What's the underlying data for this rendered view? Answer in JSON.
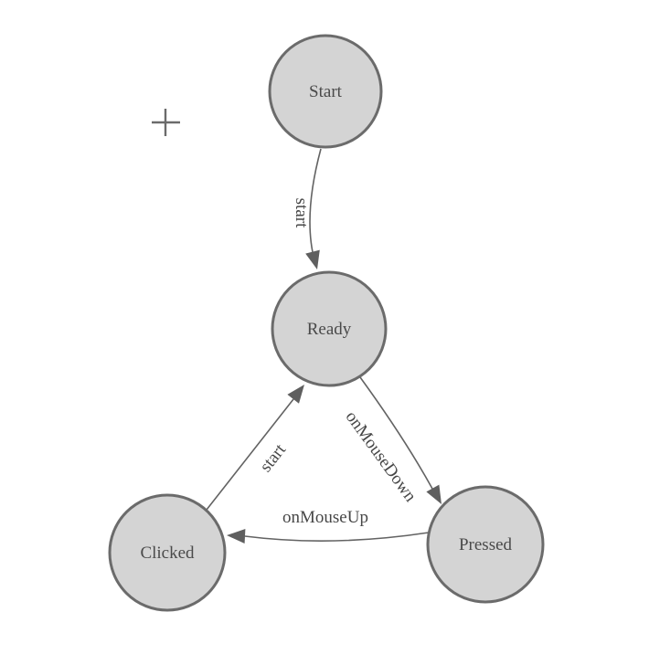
{
  "colors": {
    "background": "#ffffff",
    "node_fill": "#d4d4d4",
    "node_border": "#6b6b6b",
    "edge_line": "#636363",
    "arrowhead": "#5f5f5f",
    "node_label_text": "#4a4a4a",
    "edge_label_text": "#474747"
  },
  "diagram": {
    "type": "state-machine",
    "nodes": [
      {
        "id": "start",
        "label": "Start"
      },
      {
        "id": "ready",
        "label": "Ready"
      },
      {
        "id": "clicked",
        "label": "Clicked"
      },
      {
        "id": "pressed",
        "label": "Pressed"
      }
    ],
    "edges": [
      {
        "from": "Start",
        "to": "Ready",
        "label": "start"
      },
      {
        "from": "Clicked",
        "to": "Ready",
        "label": "start"
      },
      {
        "from": "Ready",
        "to": "Pressed",
        "label": "onMouseDown"
      },
      {
        "from": "Pressed",
        "to": "Clicked",
        "label": "onMouseUp"
      }
    ]
  },
  "cursor": {
    "icon": "crosshair-icon"
  }
}
